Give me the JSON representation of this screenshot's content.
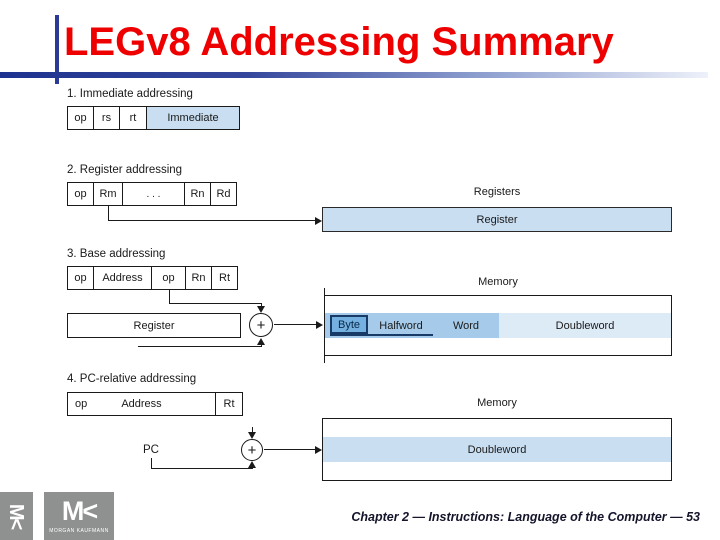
{
  "title": "LEGv8 Addressing Summary",
  "accent_colors": {
    "title_red": "#ee0000",
    "bar_blue": "#2b3a94",
    "light_blue": "#c9def1",
    "medium_blue": "#a6cbea",
    "pale_blue": "#ddebf7",
    "byte_blue": "#74b1e0",
    "navy": "#173a66",
    "logo_gray": "#8e918f"
  },
  "sections": {
    "s1": {
      "label": "1. Immediate addressing",
      "fields": [
        "op",
        "rs",
        "rt",
        "Immediate"
      ]
    },
    "s2": {
      "label": "2. Register addressing",
      "fields": [
        "op",
        "Rm",
        ". . .",
        "Rn",
        "Rd"
      ],
      "registers_label": "Registers",
      "register_band": "Register"
    },
    "s3": {
      "label": "3. Base addressing",
      "fields": [
        "op",
        "Address",
        "op",
        "Rn",
        "Rt"
      ],
      "register_box": "Register",
      "plus": "+",
      "memory_label": "Memory",
      "bands": [
        "Byte",
        "Halfword",
        "Word",
        "Doubleword"
      ]
    },
    "s4": {
      "label": "4. PC-relative addressing",
      "fields": [
        "op",
        "Address",
        "Rt"
      ],
      "pc_label": "PC",
      "plus": "+",
      "memory_label": "Memory",
      "band": "Doubleword"
    }
  },
  "footer": {
    "text": "Chapter 2 — Instructions: Language of the Computer — 53"
  },
  "logo": {
    "mark": "M<",
    "mark_vertical": "M<",
    "caption": "MORGAN KAUFMANN"
  }
}
